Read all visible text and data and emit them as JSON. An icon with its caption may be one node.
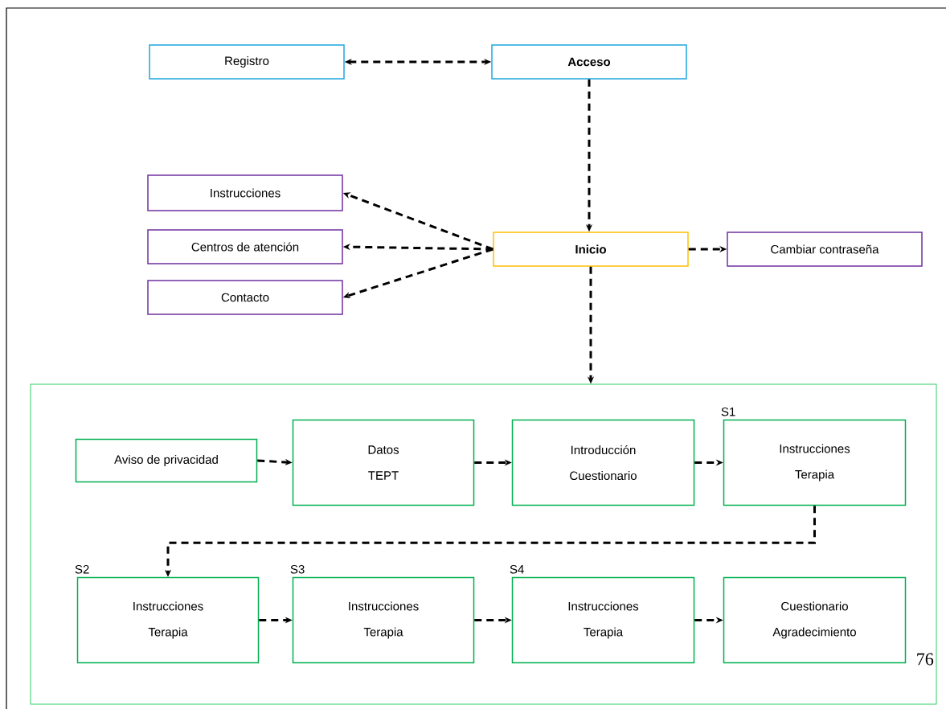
{
  "diagram": {
    "nodes": [
      {
        "text": [
          "Registro"
        ]
      },
      {
        "text": [
          "Acceso"
        ]
      },
      {
        "text": [
          "Instrucciones"
        ]
      },
      {
        "text": [
          "Centros de atención"
        ]
      },
      {
        "text": [
          "Contacto"
        ]
      },
      {
        "text": [
          "Inicio"
        ]
      },
      {
        "text": [
          "Cambiar contraseña"
        ]
      },
      {
        "text": [],
        "shape": "box"
      },
      {
        "text": [
          "Aviso de privacidad"
        ],
        "in": 7
      },
      {
        "text": [
          "Datos",
          "TEPT"
        ],
        "in": 7
      },
      {
        "text": [
          "Introducción",
          "Cuestionario"
        ],
        "in": 7
      },
      {
        "text": [
          "Instrucciones",
          "Terapia"
        ],
        "in": 7,
        "beside": [
          "S1"
        ]
      },
      {
        "text": [
          "Instrucciones",
          "Terapia"
        ],
        "in": 7,
        "beside": [
          "S2"
        ]
      },
      {
        "text": [
          "Instrucciones",
          "Terapia"
        ],
        "in": 7,
        "beside": [
          "S3"
        ]
      },
      {
        "text": [
          "Instrucciones",
          "Terapia"
        ],
        "in": 7,
        "beside": [
          "S4"
        ]
      },
      {
        "text": [
          "Cuestionario",
          "Agradecimiento"
        ],
        "in": 7
      }
    ],
    "edges": [
      {
        "from": 0,
        "to": 1,
        "arrow": "both",
        "style": "dashed"
      },
      {
        "from": 1,
        "to": 5,
        "arrow": "to",
        "style": "dashed"
      },
      {
        "from": 5,
        "to": 2,
        "arrow": "to",
        "style": "dashed"
      },
      {
        "from": 5,
        "to": 3,
        "arrow": "to",
        "style": "dashed"
      },
      {
        "from": 5,
        "to": 4,
        "arrow": "to",
        "style": "dashed"
      },
      {
        "from": 5,
        "to": 6,
        "arrow": "to",
        "style": "dashed"
      },
      {
        "from": 5,
        "to": 7,
        "arrow": "to",
        "style": "dashed"
      },
      {
        "from": 8,
        "to": 9,
        "arrow": "to",
        "style": "dashed"
      },
      {
        "from": 9,
        "to": 10,
        "arrow": "to",
        "style": "dashed"
      },
      {
        "from": 10,
        "to": 11,
        "arrow": "to",
        "style": "dashed"
      },
      {
        "from": 11,
        "to": 12,
        "arrow": "to",
        "style": "dashed"
      },
      {
        "from": 12,
        "to": 13,
        "arrow": "to",
        "style": "dashed"
      },
      {
        "from": 13,
        "to": 14,
        "arrow": "to",
        "style": "dashed"
      },
      {
        "from": 14,
        "to": 15,
        "arrow": "to",
        "style": "dashed"
      }
    ],
    "labels": [
      "76"
    ]
  }
}
